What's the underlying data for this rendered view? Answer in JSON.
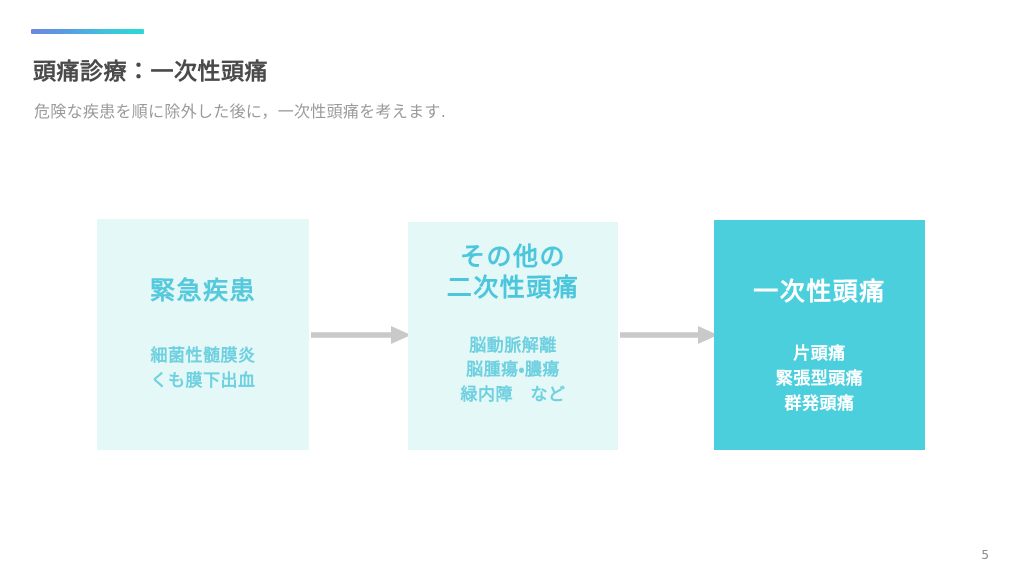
{
  "slide": {
    "title": "頭痛診療：一次性頭痛",
    "subtitle": "危険な疾患を順に除外した後に，一次性頭痛を考えます.",
    "page_number": "5",
    "accent_gradient_from": "#6d86e0",
    "accent_gradient_to": "#2ad9d6"
  },
  "flow": {
    "arrow_color": "#c9c9c9",
    "boxes": [
      {
        "title": "緊急疾患",
        "items": "細菌性髄膜炎\nくも膜下出血",
        "fill": "#e3f8f7",
        "text_color": "#57c9dd"
      },
      {
        "title": "その他の\n二次性頭痛",
        "items": "脳動脈解離\n脳腫瘍・膿瘍\n緑内障　など",
        "fill": "#e3f8f7",
        "text_color": "#4cc6dc"
      },
      {
        "title": "一次性頭痛",
        "items": "片頭痛\n緊張型頭痛\n群発頭痛",
        "fill": "#4ccfdd",
        "text_color": "#ffffff"
      }
    ],
    "arrows": [
      {
        "name": "arrow-box1-to-box2"
      },
      {
        "name": "arrow-box2-to-box3"
      }
    ]
  }
}
